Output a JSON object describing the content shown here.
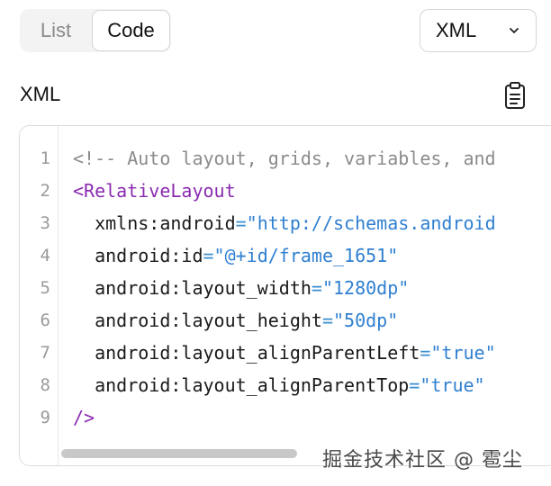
{
  "tabs": {
    "list_label": "List",
    "code_label": "Code",
    "selected": "Code"
  },
  "format_select": {
    "value": "XML",
    "icon": "chevron-down-icon"
  },
  "section": {
    "title": "XML",
    "copy_icon": "clipboard-icon"
  },
  "code": {
    "line_numbers": [
      "1",
      "2",
      "3",
      "4",
      "5",
      "6",
      "7",
      "8",
      "9"
    ],
    "lines": [
      [
        {
          "t": "<!-- Auto layout, grids, variables, and",
          "c": "comment"
        }
      ],
      [
        {
          "t": "<RelativeLayout",
          "c": "tag"
        }
      ],
      [
        {
          "t": "  xmlns:android",
          "c": "attr"
        },
        {
          "t": "=",
          "c": "punct"
        },
        {
          "t": "\"http://schemas.android",
          "c": "str"
        }
      ],
      [
        {
          "t": "  android:id",
          "c": "attr"
        },
        {
          "t": "=",
          "c": "punct"
        },
        {
          "t": "\"@+id/frame_1651\"",
          "c": "str"
        }
      ],
      [
        {
          "t": "  android:layout_width",
          "c": "attr"
        },
        {
          "t": "=",
          "c": "punct"
        },
        {
          "t": "\"1280dp\"",
          "c": "str"
        }
      ],
      [
        {
          "t": "  android:layout_height",
          "c": "attr"
        },
        {
          "t": "=",
          "c": "punct"
        },
        {
          "t": "\"50dp\"",
          "c": "str"
        }
      ],
      [
        {
          "t": "  android:layout_alignParentLeft",
          "c": "attr"
        },
        {
          "t": "=",
          "c": "punct"
        },
        {
          "t": "\"true\"",
          "c": "str"
        }
      ],
      [
        {
          "t": "  android:layout_alignParentTop",
          "c": "attr"
        },
        {
          "t": "=",
          "c": "punct"
        },
        {
          "t": "\"true\"",
          "c": "str"
        }
      ],
      [
        {
          "t": "/>",
          "c": "tag"
        }
      ]
    ]
  },
  "watermark": "掘金技术社区 @ 雹尘",
  "colors": {
    "comment": "#8b8b8b",
    "tag": "#8a2bb0",
    "attribute": "#1a1a1a",
    "string": "#2f7fd0"
  }
}
